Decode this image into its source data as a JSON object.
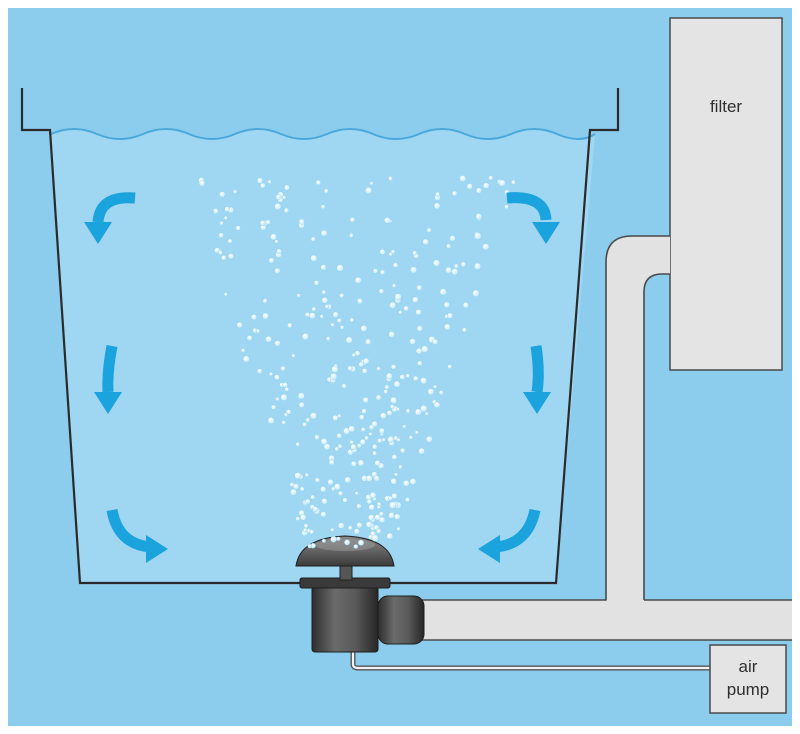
{
  "labels": {
    "filter": "filter",
    "air_pump_line1": "air",
    "air_pump_line2": "pump"
  },
  "colors": {
    "background": "#8ccdee",
    "water": "#9fd6f1",
    "arrow": "#1ba3dd",
    "pipe": "#e2e2e2",
    "pipe_outline": "#4a4a4a",
    "bubble": "#dff5ff",
    "filter_box": "#e4e4e4",
    "diffuser": "#474747"
  },
  "icons": {
    "flow_arrows": "circulation-arrow-icon",
    "bubbles": "air-bubble-icon"
  }
}
